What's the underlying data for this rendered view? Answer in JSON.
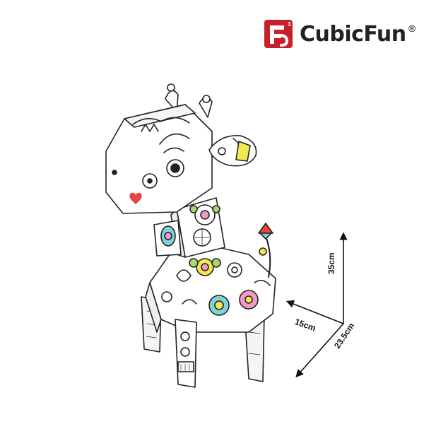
{
  "brand": {
    "name": "CubicFun",
    "registered_mark": "®",
    "logo_superscript": "3",
    "colors": {
      "logo_red": "#c8202b",
      "text_dark": "#222222"
    }
  },
  "product": {
    "subject": "giraffe-3d-paper-model",
    "accent_colors": [
      "#f2e94e",
      "#7fd3d6",
      "#f29ac4",
      "#a9d66e",
      "#e8433f"
    ]
  },
  "dimensions": {
    "height": "35cm",
    "width": "15cm",
    "depth": "23.5cm"
  }
}
